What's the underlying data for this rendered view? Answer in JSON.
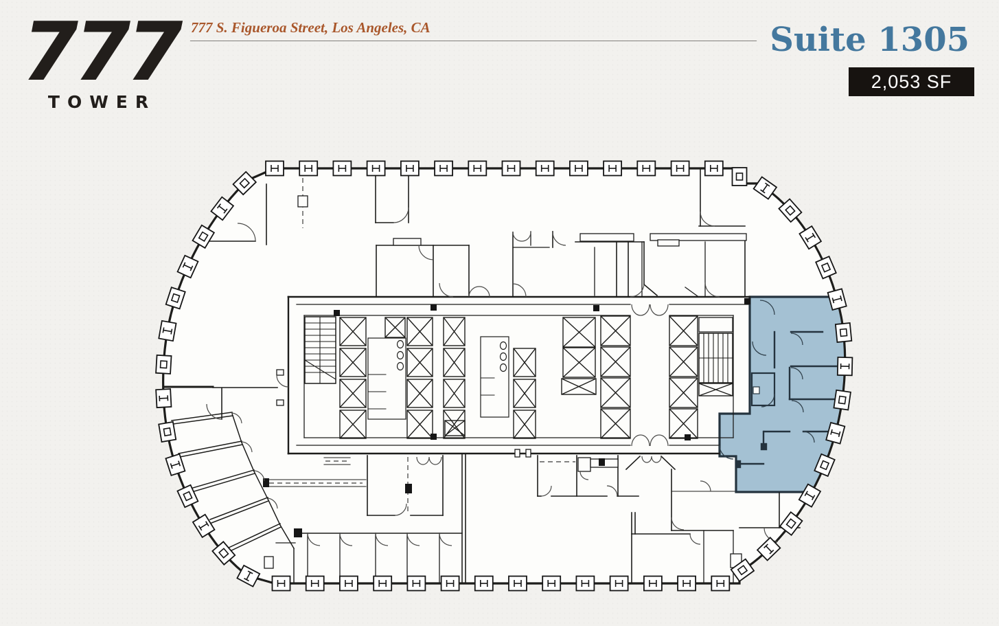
{
  "header": {
    "logo_number": "777",
    "logo_word": "TOWER",
    "address": "777 S. Figueroa Street, Los Angeles, CA",
    "suite_title": "Suite 1305",
    "suite_area": "2,053 SF"
  },
  "floorplan": {
    "highlighted_suite": "Suite 1305",
    "facade_column_glyphs": [
      "H-column-icon",
      "I-column-icon",
      "square-column-icon"
    ]
  },
  "colors": {
    "background": "#f2f1ee",
    "address_text": "#A9572B",
    "suite_title_text": "#44789E",
    "badge_background": "#171310",
    "badge_text": "#FFFFFF",
    "suite_highlight_fill": "#A4C1D3",
    "suite_wall": "#24333E",
    "plan_line": "#1d1d1b",
    "logo": "#221E1B"
  }
}
